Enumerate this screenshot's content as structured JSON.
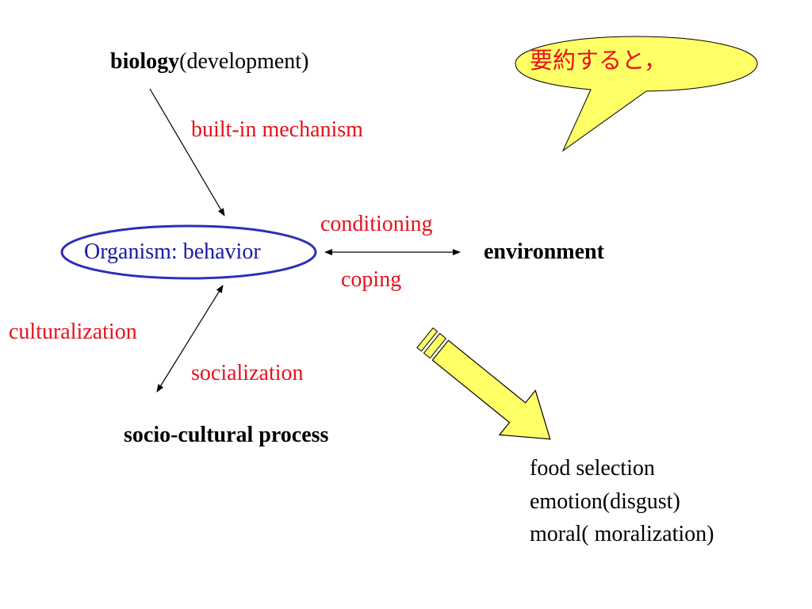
{
  "biology": {
    "bold_word": "biology",
    "rest": "(development)"
  },
  "builtin_mechanism": "built-in mechanism",
  "organism": "Organism: behavior",
  "conditioning": "conditioning",
  "coping": "coping",
  "environment": "environment",
  "culturalization": "culturalization",
  "socialization": "socialization",
  "socio_cultural": "socio-cultural process",
  "callout": "要約すると，",
  "outcomes": [
    "food selection",
    "emotion(disgust)",
    "moral( moralization)"
  ],
  "colors": {
    "red_text": "#e8101c",
    "ellipse_stroke": "#2e2eb8",
    "callout_fill": "#ffff66",
    "arrow_fill": "#ffff66"
  }
}
